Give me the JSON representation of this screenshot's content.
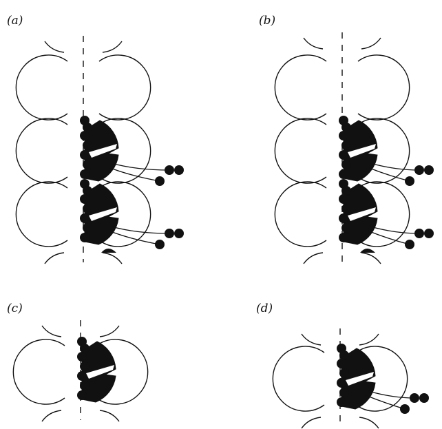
{
  "panels": [
    {
      "id": "a",
      "label": "(a)",
      "units": 2,
      "fragments": true
    },
    {
      "id": "b",
      "label": "(b)",
      "units": 2,
      "fragments": true
    },
    {
      "id": "c",
      "label": "(c)",
      "units": 1,
      "fragments": false
    },
    {
      "id": "d",
      "label": "(d)",
      "units": 1,
      "fragments": true
    }
  ],
  "colors": {
    "ink": "#111111",
    "paper": "#ffffff"
  }
}
